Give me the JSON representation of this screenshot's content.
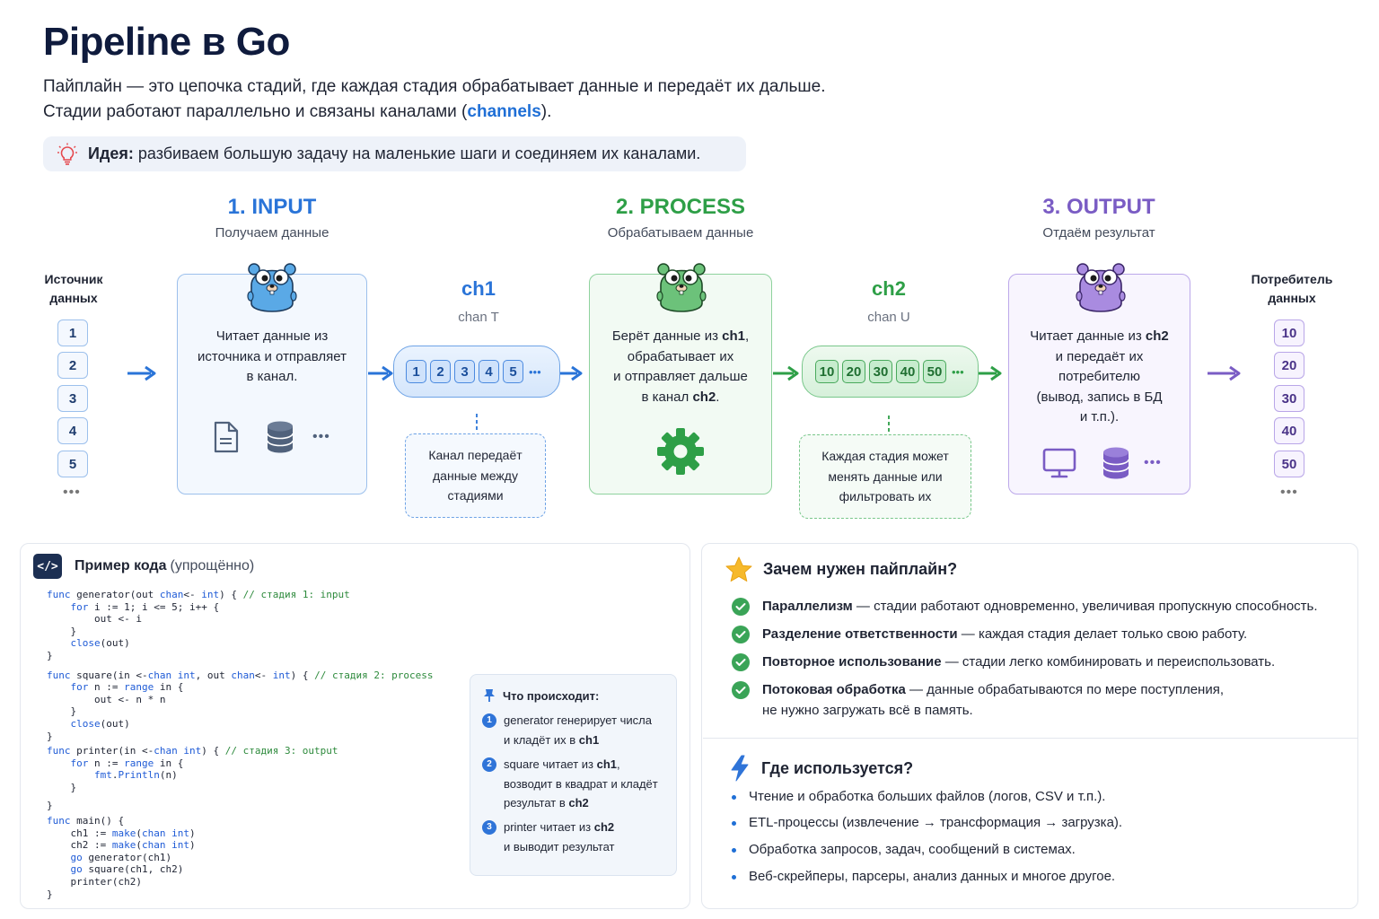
{
  "title": "Pipeline в Go",
  "subtitle_line1": "Пайплайн — это цепочка стадий, где каждая стадия обрабатывает данные и передаёт их дальше.",
  "subtitle_line2_a": "Стадии работают параллельно и связаны каналами (",
  "subtitle_line2_highlight": "channels",
  "subtitle_line2_b": ").",
  "idea": {
    "label": "Идея:",
    "text": "разбиваем большую задачу на маленькие шаги и соединяем их каналами."
  },
  "colors": {
    "input": "#2a74d8",
    "process": "#2e9f47",
    "output": "#7a5cc4"
  },
  "source": {
    "label_line1": "Источник",
    "label_line2": "данных",
    "values": [
      "1",
      "2",
      "3",
      "4",
      "5"
    ],
    "more": "•••"
  },
  "consumer": {
    "label_line1": "Потребитель",
    "label_line2": "данных",
    "values": [
      "10",
      "20",
      "30",
      "40",
      "50"
    ],
    "more": "•••"
  },
  "stages": {
    "input": {
      "title": "1. INPUT",
      "subtitle": "Получаем данные",
      "text_lines": [
        "Читает данные из",
        "источника и отправляет",
        "в канал."
      ],
      "icons": [
        "file-icon",
        "database-icon",
        "more-icon"
      ],
      "more": "•••"
    },
    "process": {
      "title": "2. PROCESS",
      "subtitle": "Обрабатываем данные",
      "line1_a": "Берёт данные из ",
      "line1_b": "ch1",
      "line1_c": ",",
      "line2": "обрабатывает их",
      "line3": "и отправляет дальше",
      "line4_a": "в канал ",
      "line4_b": "ch2",
      "line4_c": ".",
      "icons": [
        "gear-icon"
      ]
    },
    "output": {
      "title": "3. OUTPUT",
      "subtitle": "Отдаём результат",
      "line1_a": "Читает данные из ",
      "line1_b": "ch2",
      "line2": "и передаёт их",
      "line3": "потребителю",
      "line4": "(вывод, запись в БД",
      "line5": "и т.п.).",
      "icons": [
        "monitor-icon",
        "database-icon",
        "more-icon"
      ],
      "more": "•••"
    }
  },
  "channels": {
    "ch1": {
      "name": "ch1",
      "type": "chan T",
      "values": [
        "1",
        "2",
        "3",
        "4",
        "5"
      ],
      "more": "•••",
      "note_lines": [
        "Канал передаёт",
        "данные между",
        "стадиями"
      ]
    },
    "ch2": {
      "name": "ch2",
      "type": "chan U",
      "values": [
        "10",
        "20",
        "30",
        "40",
        "50"
      ],
      "more": "•••",
      "note_lines": [
        "Каждая стадия может",
        "менять данные или",
        "фильтровать их"
      ]
    }
  },
  "code": {
    "heading_bold": "Пример кода",
    "heading_light": "(упрощённо)",
    "icon": "</>",
    "lines": [
      "func generator(out chan<- int) { // стадия 1: input",
      "    for i := 1; i <= 5; i++ {",
      "        out <- i",
      "    }",
      "    close(out)",
      "}",
      "func square(in <-chan int, out chan<- int) { // стадия 2: process",
      "    for n := range in {",
      "        out <- n * n",
      "    }",
      "    close(out)",
      "}",
      "func printer(in <-chan int) { // стадия 3: output",
      "    for n := range in {",
      "        fmt.Println(n)",
      "    }",
      "}",
      "func main() {",
      "    ch1 := make(chan int)",
      "    ch2 := make(chan int)",
      "    go generator(ch1)",
      "    go square(ch1, ch2)",
      "    printer(ch2)",
      "}"
    ]
  },
  "what_happens": {
    "title": "Что происходит:",
    "steps": [
      {
        "num": "1",
        "l1": "generator генерирует числа",
        "l2a": "и кладёт их в ",
        "l2b": "ch1",
        "l3a": "",
        "l3b": ""
      },
      {
        "num": "2",
        "l1a": "square читает из ",
        "l1b": "ch1",
        "l1c": ",",
        "l2": "возводит в квадрат и кладёт",
        "l3a": "результат в ",
        "l3b": "ch2"
      },
      {
        "num": "3",
        "l1a": "printer читает из ",
        "l1b": "ch2",
        "l2": "и выводит результат"
      }
    ]
  },
  "why": {
    "title": "Зачем нужен пайплайн?",
    "items": [
      {
        "bold": "Параллелизм",
        "text": " — стадии работают одновременно, увеличивая пропускную способность."
      },
      {
        "bold": "Разделение ответственности",
        "text": " — каждая стадия делает только свою работу."
      },
      {
        "bold": "Повторное использование",
        "text": " — стадии легко комбинировать и переиспользовать."
      },
      {
        "bold": "Потоковая обработка",
        "text": " — данные обрабатываются по мере поступления,",
        "text2": "не нужно загружать всё в память."
      }
    ]
  },
  "where": {
    "title": "Где используется?",
    "items": [
      "Чтение и обработка больших файлов (логов, CSV и т.п.).",
      "ETL-процессы (извлечение → трансформация → загрузка).",
      "Обработка запросов, задач, сообщений в системах.",
      "Веб-скрейперы, парсеры, анализ данных и многое другое."
    ]
  }
}
